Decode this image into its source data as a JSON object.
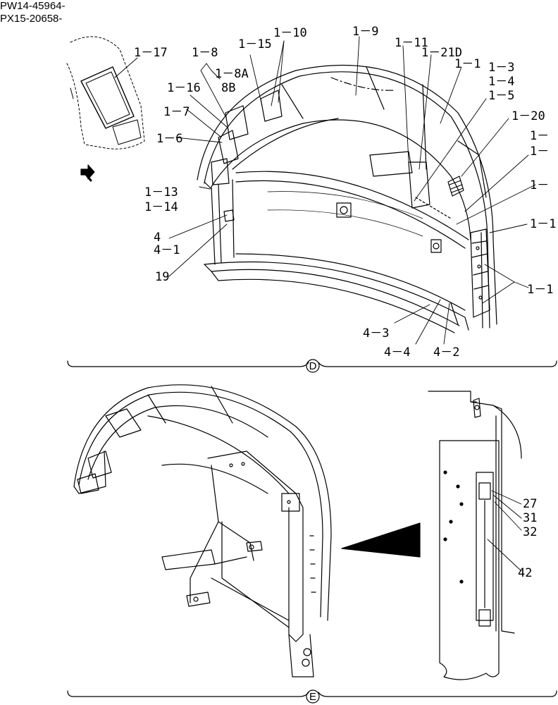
{
  "serials": [
    "PW14-45964-",
    "PX15-20658-"
  ],
  "views": [
    "D",
    "E"
  ],
  "callouts": {
    "c1_17": "1－17",
    "c1_8": "1－8",
    "c1_8A": "1－8A",
    "c1_16": "1－16",
    "c8B": "8B",
    "c1_15": "1－15",
    "c1_10": "1－10",
    "c1_9": "1－9",
    "c1_11": "1－11",
    "c1_21D": "1－21D",
    "c1_1b": "1－1",
    "c1_3": "1－3",
    "c1_4": "1－4",
    "c1_5": "1－5",
    "c1_20": "1－20",
    "c1_r1": "1－",
    "c1_r2": "1－",
    "c1_r3": "1－",
    "c1_r4": "1－1",
    "c1_r5": "1－1",
    "c1_7": "1－7",
    "c1_6": "1－6",
    "c1_13": "1－13",
    "c1_14": "1－14",
    "c4": "4",
    "c4_1": "4－1",
    "c19": "19",
    "c4_3": "4－3",
    "c4_4": "4－4",
    "c4_2": "4－2",
    "c27": "27",
    "c31": "31",
    "c32": "32",
    "c42": "42"
  }
}
